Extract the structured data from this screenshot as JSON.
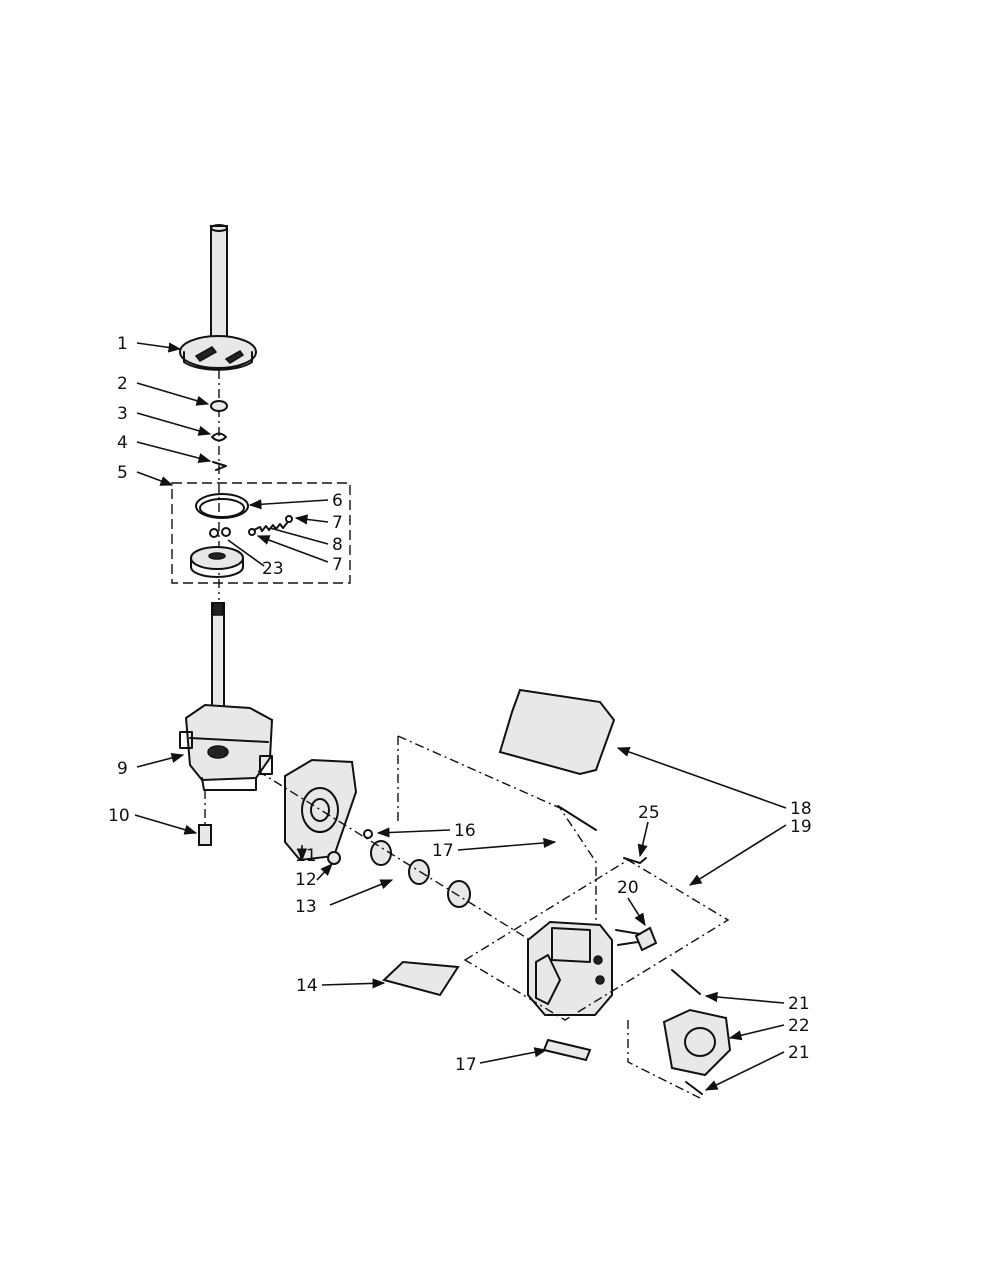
{
  "callouts": [
    "1",
    "2",
    "3",
    "4",
    "5",
    "6",
    "7",
    "8",
    "7",
    "23",
    "9",
    "10",
    "11",
    "12",
    "13",
    "14",
    "16",
    "17",
    "17",
    "18",
    "19",
    "20",
    "25",
    "21",
    "22",
    "21"
  ]
}
